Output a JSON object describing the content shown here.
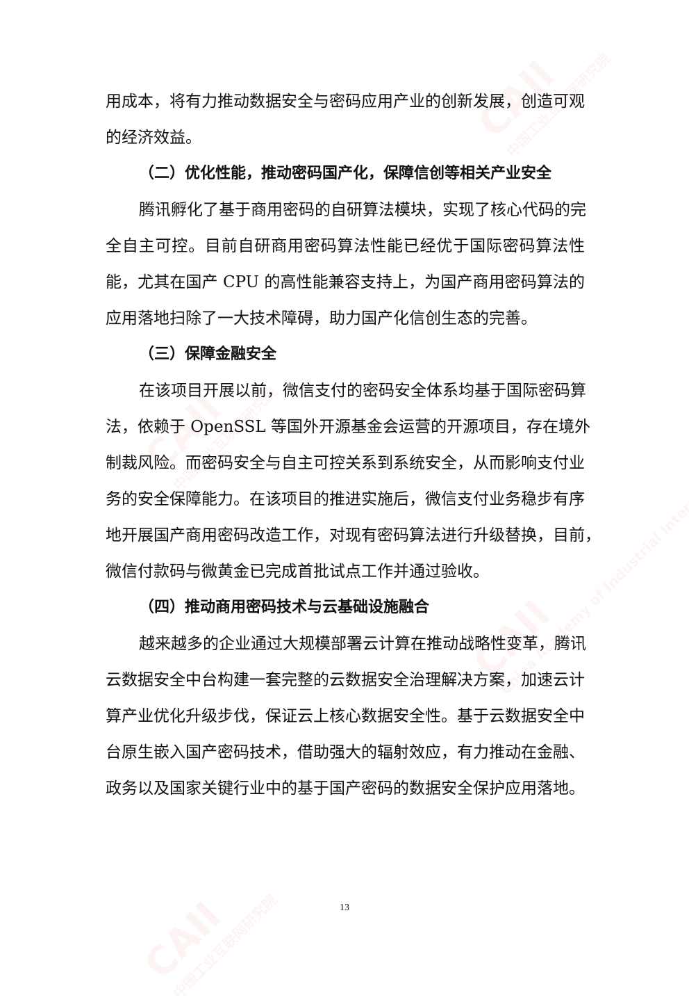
{
  "watermark": {
    "logo": "CAII",
    "cn": "中国工业互联网研究院",
    "en": "China Academy of Industrial Internet"
  },
  "blocks": [
    {
      "type": "para",
      "lines": [
        "用成本，将有力推动数据安全与密码应用产业的创新发展，创造可观",
        "的经济效益。"
      ]
    },
    {
      "type": "heading",
      "lines": [
        "（二）优化性能，推动密码国产化，保障信创等相关产业安全"
      ]
    },
    {
      "type": "para",
      "lines": [
        "腾讯孵化了基于商用密码的自研算法模块，实现了核心代码的完",
        "全自主可控。目前自研商用密码算法性能已经优于国际密码算法性",
        "能，尤其在国产 CPU 的高性能兼容支持上，为国产商用密码算法的",
        "应用落地扫除了一大技术障碍，助力国产化信创生态的完善。"
      ]
    },
    {
      "type": "heading",
      "lines": [
        "（三）保障金融安全"
      ]
    },
    {
      "type": "para",
      "lines": [
        "在该项目开展以前，微信支付的密码安全体系均基于国际密码算",
        "法，依赖于 OpenSSL 等国外开源基金会运营的开源项目，存在境外",
        "制裁风险。而密码安全与自主可控关系到系统安全，从而影响支付业",
        "务的安全保障能力。在该项目的推进实施后，微信支付业务稳步有序",
        "地开展国产商用密码改造工作，对现有密码算法进行升级替换，目前，",
        "微信付款码与微黄金已完成首批试点工作并通过验收。"
      ]
    },
    {
      "type": "heading",
      "lines": [
        "（四）推动商用密码技术与云基础设施融合"
      ]
    },
    {
      "type": "para",
      "lines": [
        "越来越多的企业通过大规模部署云计算在推动战略性变革，腾讯",
        "云数据安全中台构建一套完整的云数据安全治理解决方案，加速云计",
        "算产业优化升级步伐，保证云上核心数据安全性。基于云数据安全中",
        "台原生嵌入国产密码技术，借助强大的辐射效应，有力推动在金融、",
        "政务以及国家关键行业中的基于国产密码的数据安全保护应用落地。"
      ]
    }
  ],
  "page_number": "13"
}
